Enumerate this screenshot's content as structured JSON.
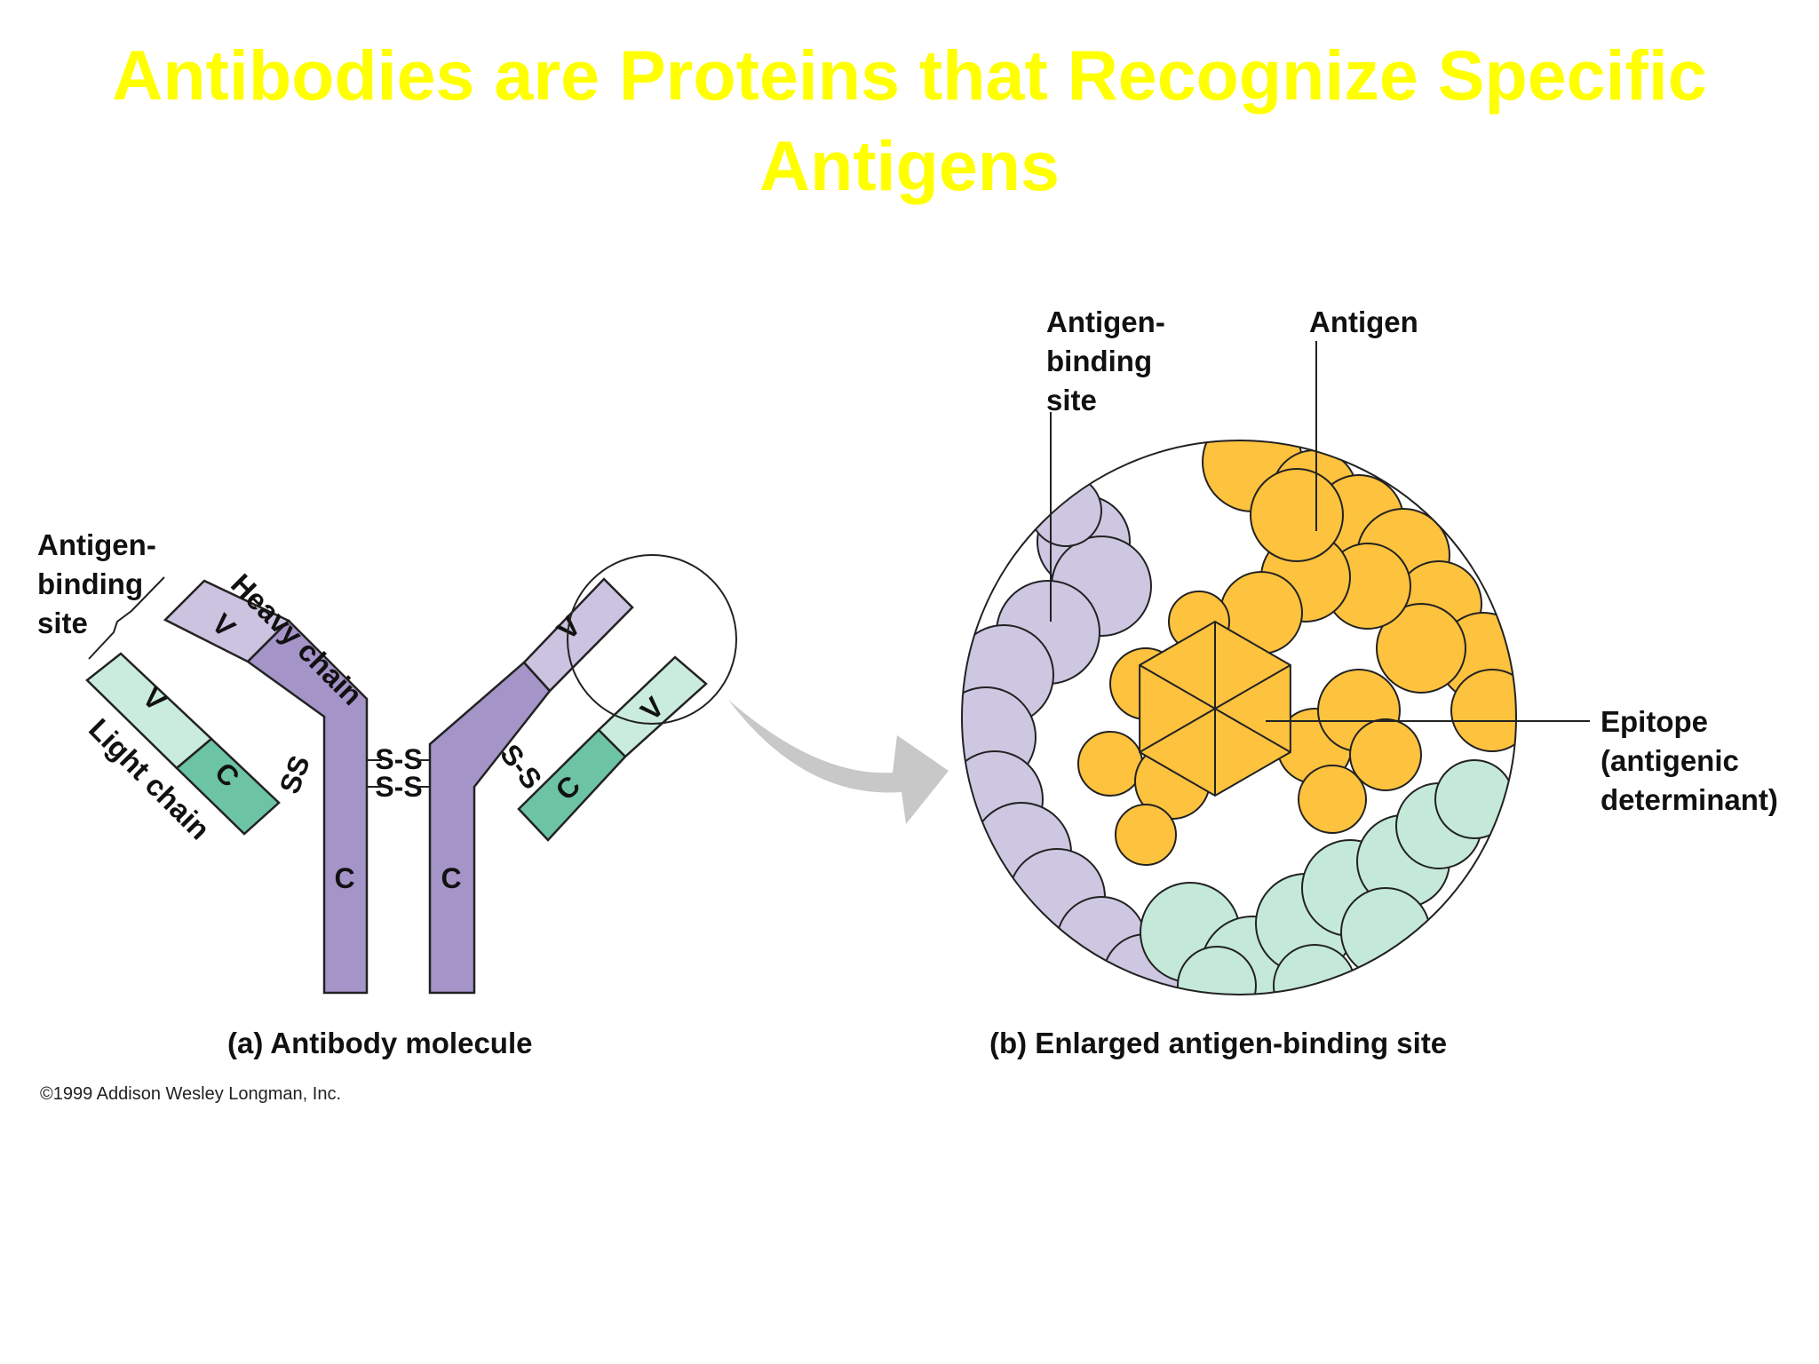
{
  "title": {
    "line1": "Antibodies are Proteins that Recognize Specific",
    "line2": "Antigens"
  },
  "colors": {
    "title": "#ffff00",
    "heavy_chain": "#a594c8",
    "heavy_variable": "#cbc3e0",
    "light_variable": "#c9ecdd",
    "light_constant": "#6cc4a4",
    "antigen": "#fdc23e",
    "antigen_binding_heavy": "#cdc7e2",
    "antigen_binding_light": "#c4e9d8",
    "arrow": "#c8c8c8"
  },
  "panel_a": {
    "caption": "(a) Antibody molecule",
    "antigen_binding_site": [
      "Antigen-",
      "binding",
      "site"
    ],
    "heavy_chain": "Heavy chain",
    "light_chain": "Light chain",
    "v": "V",
    "c": "C",
    "ss": "S-S",
    "ss_short": "SS",
    "ss_top": "S-S",
    "ss_bottom": "S-S"
  },
  "panel_b": {
    "caption": "(b) Enlarged antigen-binding site",
    "antigen_binding_site": [
      "Antigen-",
      "binding",
      "site"
    ],
    "antigen": "Antigen",
    "epitope": [
      "Epitope",
      "(antigenic",
      "determinant)"
    ]
  },
  "copyright": "©1999 Addison Wesley Longman, Inc."
}
